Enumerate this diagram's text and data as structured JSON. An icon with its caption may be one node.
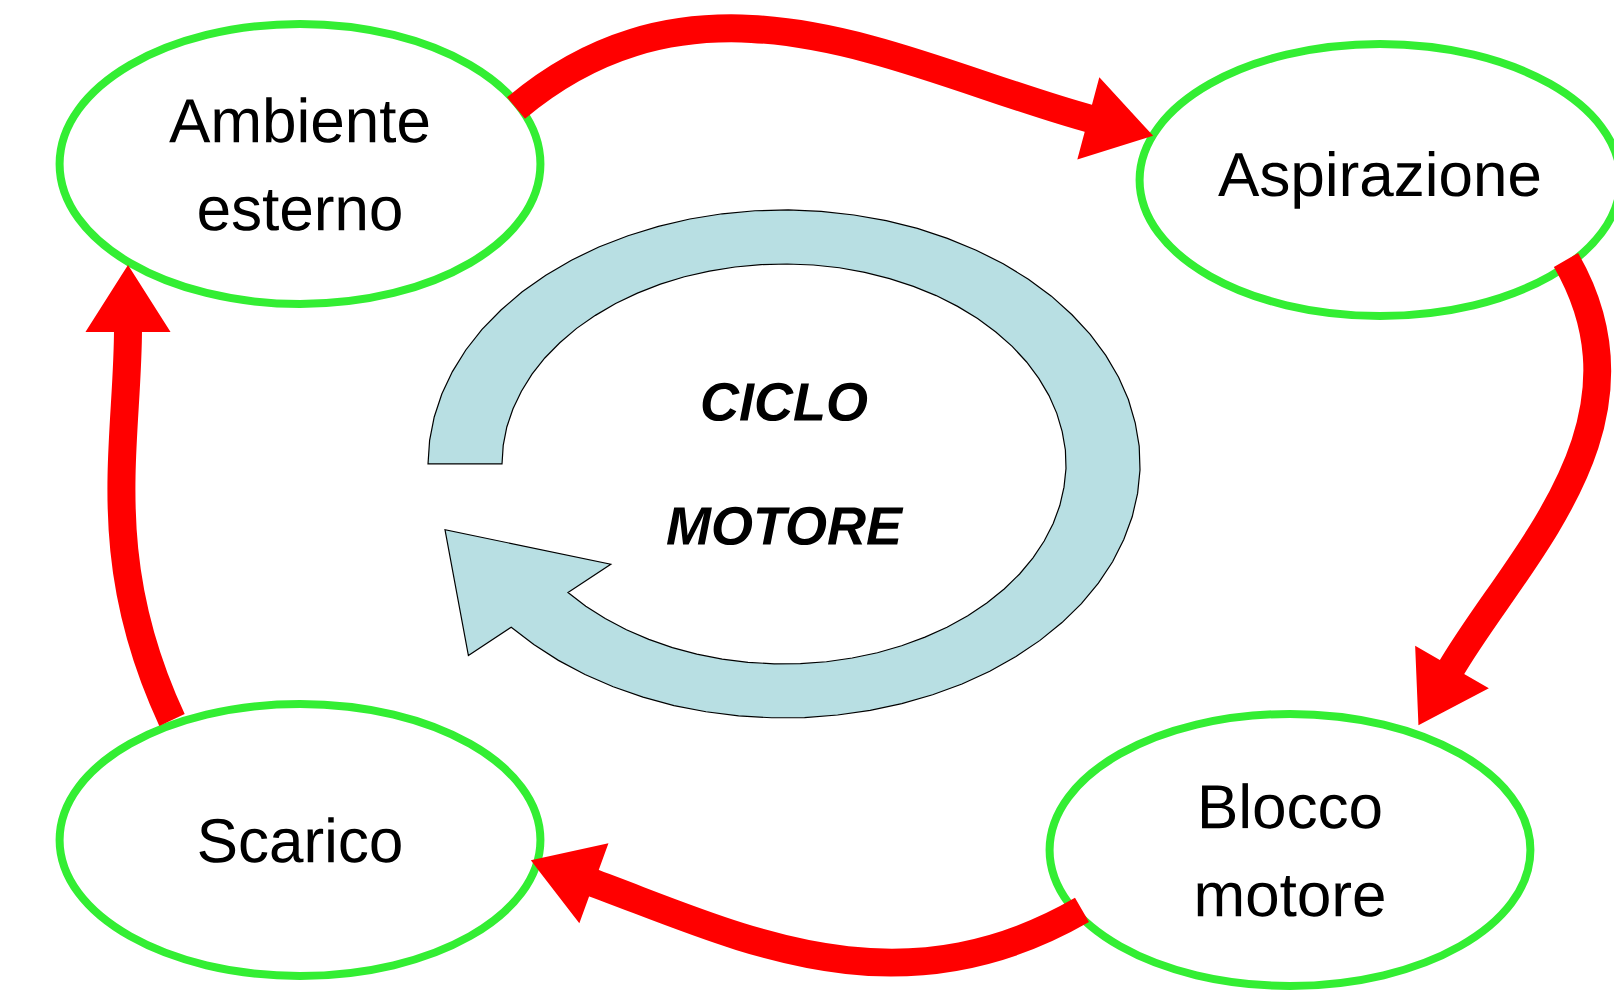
{
  "diagram": {
    "nodes": [
      {
        "text": [
          "Ambiente esterno"
        ]
      },
      {
        "text": [
          "Aspirazione"
        ]
      },
      {
        "text": [
          "Blocco motore"
        ]
      },
      {
        "text": [
          "Scarico"
        ]
      }
    ],
    "edges": [
      {
        "from": 0,
        "to": 1,
        "arrow": "to"
      },
      {
        "from": 1,
        "to": 2,
        "arrow": "to"
      },
      {
        "from": 2,
        "to": 3,
        "arrow": "to"
      },
      {
        "from": 3,
        "to": 0,
        "arrow": "to"
      }
    ],
    "labels": [
      "CICLO MOTORE"
    ]
  }
}
